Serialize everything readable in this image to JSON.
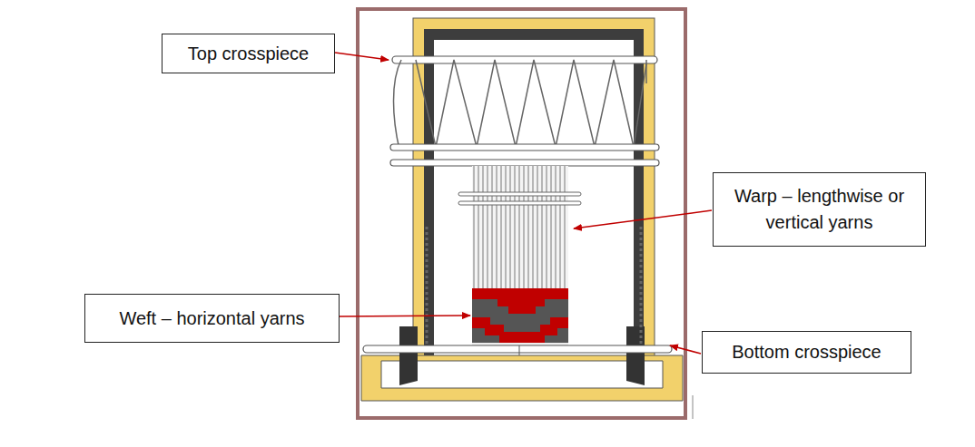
{
  "diagram": {
    "nodes": [
      {
        "text": [
          "Top crosspiece"
        ]
      },
      {
        "text": [
          "Warp – lengthwise or vertical yarns"
        ]
      },
      {
        "text": [
          "Weft – horizontal yarns"
        ]
      },
      {
        "text": [
          "Bottom crosspiece"
        ]
      }
    ]
  }
}
